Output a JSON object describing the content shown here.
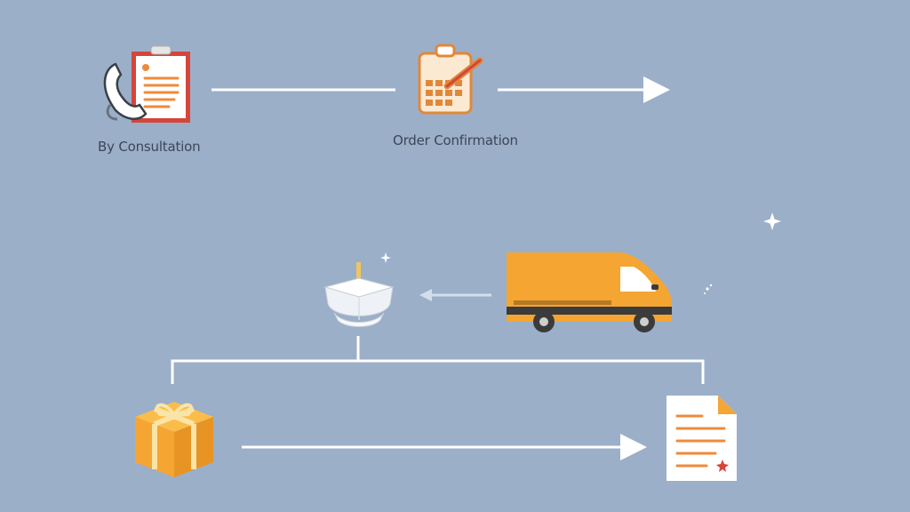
{
  "diagram": {
    "background": "#9bafc9",
    "accent": "#f5a532",
    "line_color": "#ffffff",
    "steps": [
      {
        "id": "consultation",
        "label": "By Consultation",
        "icon": "phone-clipboard-icon"
      },
      {
        "id": "order-confirmation",
        "label": "Order Confirmation",
        "icon": "calendar-pencil-icon"
      },
      {
        "id": "delivery",
        "label": "",
        "icon": "delivery-van-icon"
      },
      {
        "id": "receipt",
        "label": "",
        "icon": "bowl-icon"
      },
      {
        "id": "package",
        "label": "",
        "icon": "gift-box-icon"
      },
      {
        "id": "invoice",
        "label": "",
        "icon": "document-icon"
      }
    ]
  }
}
